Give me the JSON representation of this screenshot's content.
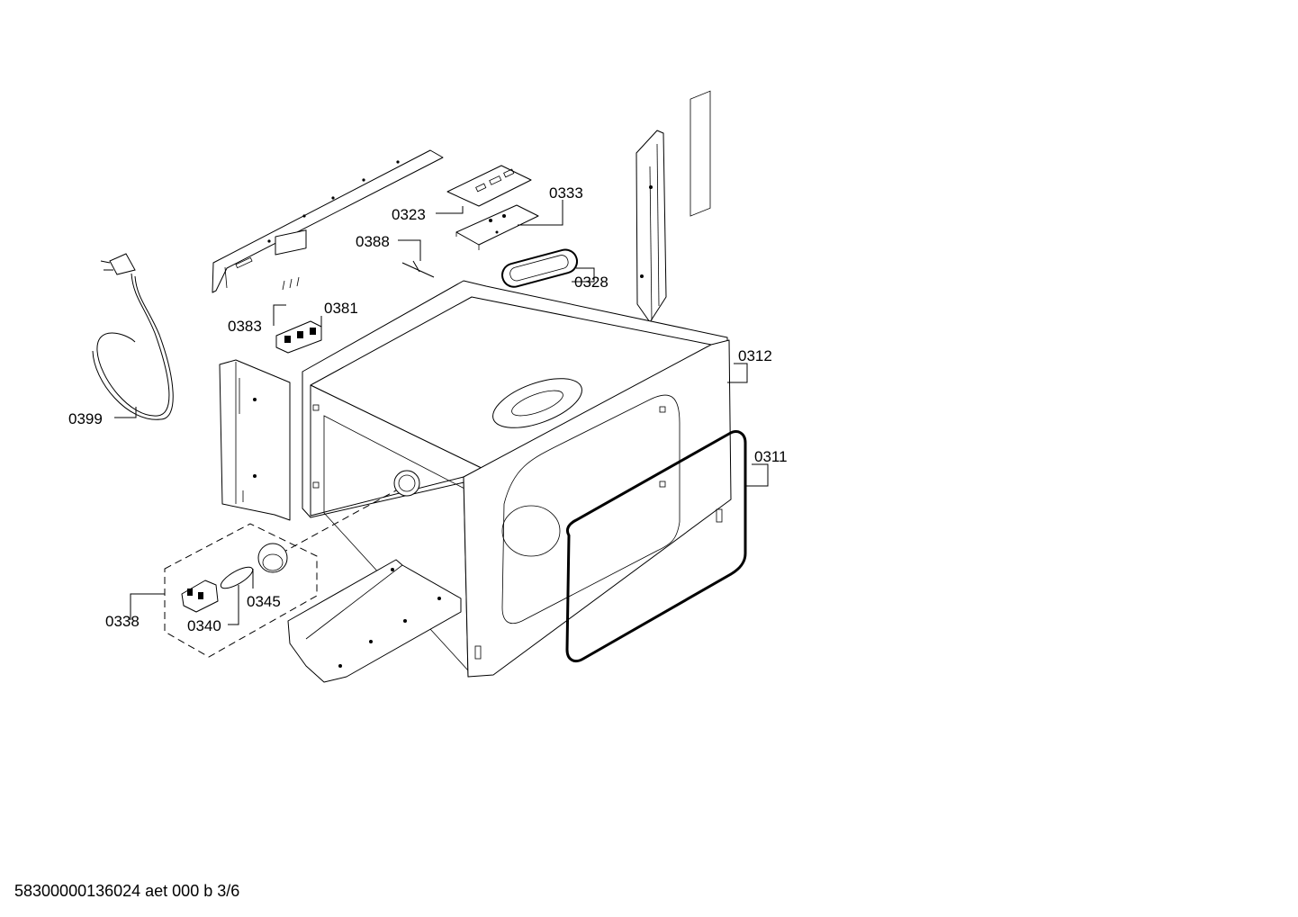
{
  "diagram": {
    "labels": {
      "p0323": "0323",
      "p0333": "0333",
      "p0388": "0388",
      "p0328": "0328",
      "p0383": "0383",
      "p0381": "0381",
      "p0399": "0399",
      "p0312": "0312",
      "p0311": "0311",
      "p0338": "0338",
      "p0340": "0340",
      "p0345": "0345"
    }
  },
  "footer": {
    "code": "58300000136024 aet 000 b 3/6"
  }
}
